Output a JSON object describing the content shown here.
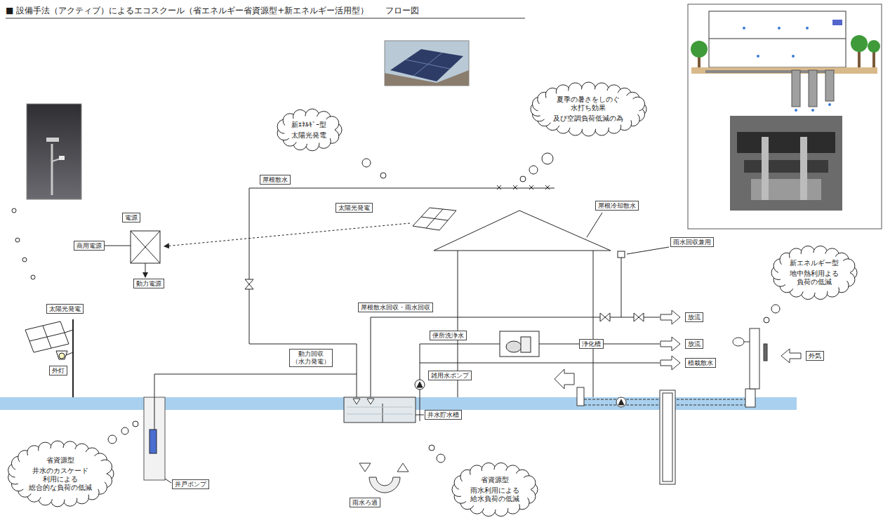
{
  "diagram": {
    "title": "■ 設備手法（アクティブ）によるエコスクール（省エネルギー省資源型+新エネルギー活用型）　　フロー図",
    "nodes": [
      {
        "text": [
          "新ｴﾈﾙｷﾞｰ型",
          "太陽光発電"
        ]
      },
      {
        "text": [
          "夏季の暑さをしのぐ 水打ち効果",
          "及び空調負荷低減の為"
        ]
      },
      {
        "text": [
          "屋根散水"
        ]
      },
      {
        "text": [
          "太陽光発電"
        ]
      },
      {
        "text": [
          "屋根冷却散水"
        ]
      },
      {
        "text": [
          "電源"
        ]
      },
      {
        "text": [
          "商用電源"
        ]
      },
      {
        "text": [
          "動力電源"
        ]
      },
      {
        "text": [
          "雨水回収兼用"
        ]
      },
      {
        "text": [
          "新エネルギー型",
          "地中熱利用よる 負荷の低減"
        ]
      },
      {
        "text": [
          "太陽光発電"
        ]
      },
      {
        "text": [
          "屋根散水回収・雨水回収"
        ]
      },
      {
        "text": [
          "放流"
        ]
      },
      {
        "text": [
          "動力回収 （水力発電）"
        ]
      },
      {
        "text": [
          "便所洗浄水"
        ]
      },
      {
        "text": [
          "浄化槽"
        ]
      },
      {
        "text": [
          "放流"
        ]
      },
      {
        "text": [
          "雑用水ポンプ"
        ]
      },
      {
        "text": [
          "植栽散水"
        ]
      },
      {
        "text": [
          "外気"
        ]
      },
      {
        "text": [
          "外灯"
        ]
      },
      {
        "text": [
          "井水貯水槽"
        ]
      },
      {
        "text": [
          "省資源型",
          "井水のカスケード 利用による 総合的な負荷の低減"
        ]
      },
      {
        "text": [
          "井戸ポンプ"
        ]
      },
      {
        "text": [
          "雨水ろ過"
        ]
      },
      {
        "text": [
          "省資源型",
          "雨水利用による 給水負荷の低減"
        ]
      }
    ],
    "edges": [
      {
        "from": 15,
        "to": 16,
        "arrow": "none"
      }
    ]
  }
}
